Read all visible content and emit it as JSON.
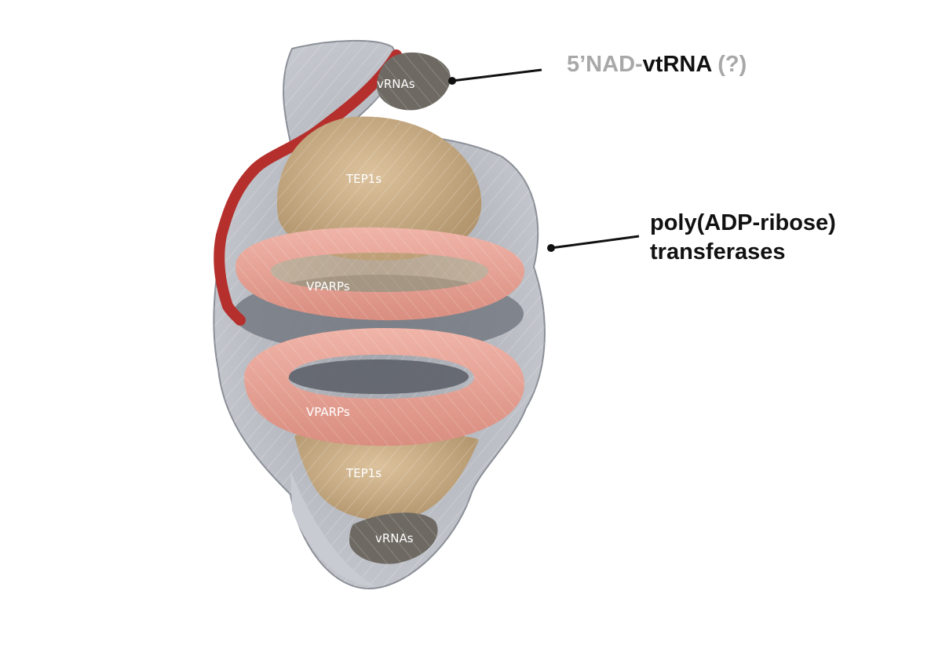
{
  "figure": {
    "labels": {
      "vrnas_top": "vRNAs",
      "tep1s_top": "TEP1s",
      "vparps_top": "VPARPs",
      "vparps_bottom": "VPARPs",
      "tep1s_bottom": "TEP1s",
      "vrnas_bottom": "vRNAs"
    },
    "callouts": {
      "top": {
        "prefix": "5’NAD-",
        "main": "vtRNA",
        "suffix": " (?)"
      },
      "right": {
        "line1": "poly(ADP-ribose)",
        "line2": "transferases"
      }
    },
    "colors": {
      "shell": "#b9bcc3",
      "shell_dark": "#7e828b",
      "tep1": "#c9ad85",
      "vparp": "#e7a195",
      "vrna": "#6e6a63",
      "highlight_strand": "#b5302d",
      "callout_grey": "#a8a8a8",
      "callout_dark": "#111111"
    }
  }
}
